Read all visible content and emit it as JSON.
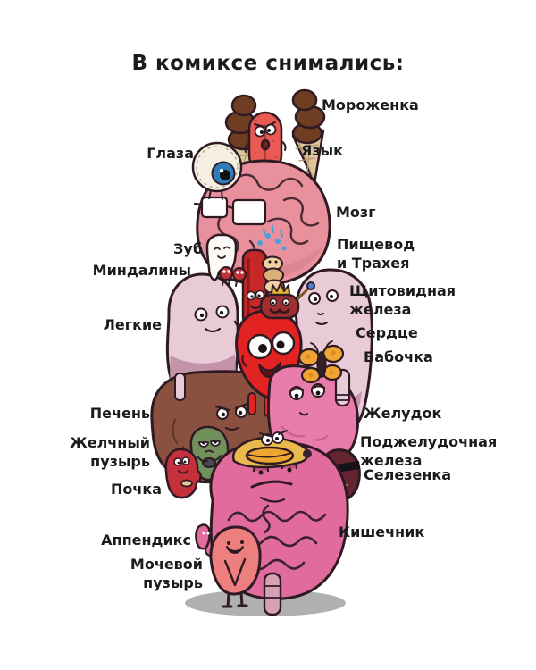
{
  "page": {
    "title": "В комиксе снимались:"
  },
  "labels": {
    "morozhenka": {
      "text": "Мороженка"
    },
    "glaza": {
      "text": "Глаза"
    },
    "yazyk": {
      "text": "Язык"
    },
    "mozg": {
      "text": "Мозг"
    },
    "zub": {
      "text": "Зуб"
    },
    "pishchevod_traheya": {
      "line1": "Пищевод",
      "line2": "и Трахея"
    },
    "mindaliny": {
      "text": "Миндалины"
    },
    "shchitovidnaya_zheleza": {
      "line1": "Щитовидная",
      "line2": "железа"
    },
    "legkie": {
      "text": "Легкие"
    },
    "serdtse": {
      "text": "Сердце"
    },
    "babochka": {
      "text": "Бабочка"
    },
    "pechen": {
      "text": "Печень"
    },
    "zheludok": {
      "text": "Желудок"
    },
    "zhelchny_puzyr": {
      "line1": "Желчный",
      "line2": "пузырь"
    },
    "podzheludochnaya_zheleza": {
      "line1": "Поджелудочная",
      "line2": "железа"
    },
    "selezenka": {
      "text": "Селезенка"
    },
    "pochka": {
      "text": "Почка"
    },
    "appendiks": {
      "text": "Аппендикс"
    },
    "kishechnik": {
      "text": "Кишечник"
    },
    "mochevoy_puzyr": {
      "line1": "Мочевой",
      "line2": "пузырь"
    }
  },
  "colors": {
    "outline": "#2f1a24",
    "text": "#1b1b1b",
    "brain": "#e8909c",
    "brain_shade": "#d87f8e",
    "tongue": "#e85a52",
    "ice_cream_scoop": "#6e3d22",
    "ice_cream_cone": "#dcc69f",
    "eyeball_white": "#f5efe3",
    "eyeball_iris": "#2e7cb8",
    "tooth": "#fbfaf6",
    "tonsils": "#c03434",
    "esophagus": "#c62828",
    "trachea": "#f0cfa2",
    "water_drops": "#46a1d8",
    "thyroid": "#a03030",
    "crown_gold": "#e8b531",
    "lungs_light": "#e9cad7",
    "lungs_dark": "#c493aa",
    "heart": "#e32222",
    "butterfly": "#f0a433",
    "liver": "#8a5140",
    "gallbladder": "#71905c",
    "kidney": "#c5303c",
    "pancreas": "#e9b94e",
    "pancreas_bill": "#eda62f",
    "stomach": "#e87cab",
    "spleen": "#63252f",
    "intestines": "#e06b9c",
    "bladder": "#ee7f7f",
    "shadow": "#b0b0b0"
  }
}
